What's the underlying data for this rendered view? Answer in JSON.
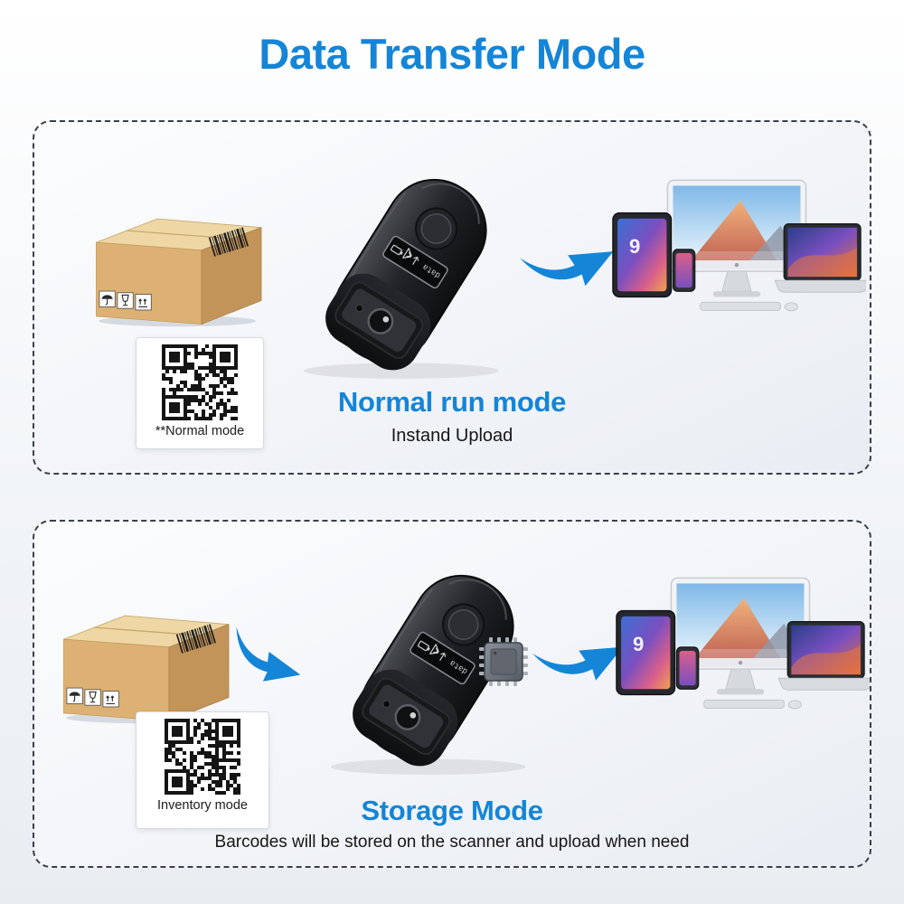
{
  "title": "Data Transfer Mode",
  "colors": {
    "accent": "#1485d7",
    "heading": "#1485d7",
    "body_text": "#161616"
  },
  "panels": [
    {
      "id": "normal-run-mode",
      "qr_label": "**Normal mode",
      "heading": "Normal run mode",
      "subheading": "Instand Upload"
    },
    {
      "id": "storage-mode",
      "qr_label": "Inventory mode",
      "heading": "Storage Mode",
      "subheading": "Barcodes will be stored on the scanner and upload when need"
    }
  ],
  "scanner_display_text": "data",
  "tablet_badge": "9"
}
